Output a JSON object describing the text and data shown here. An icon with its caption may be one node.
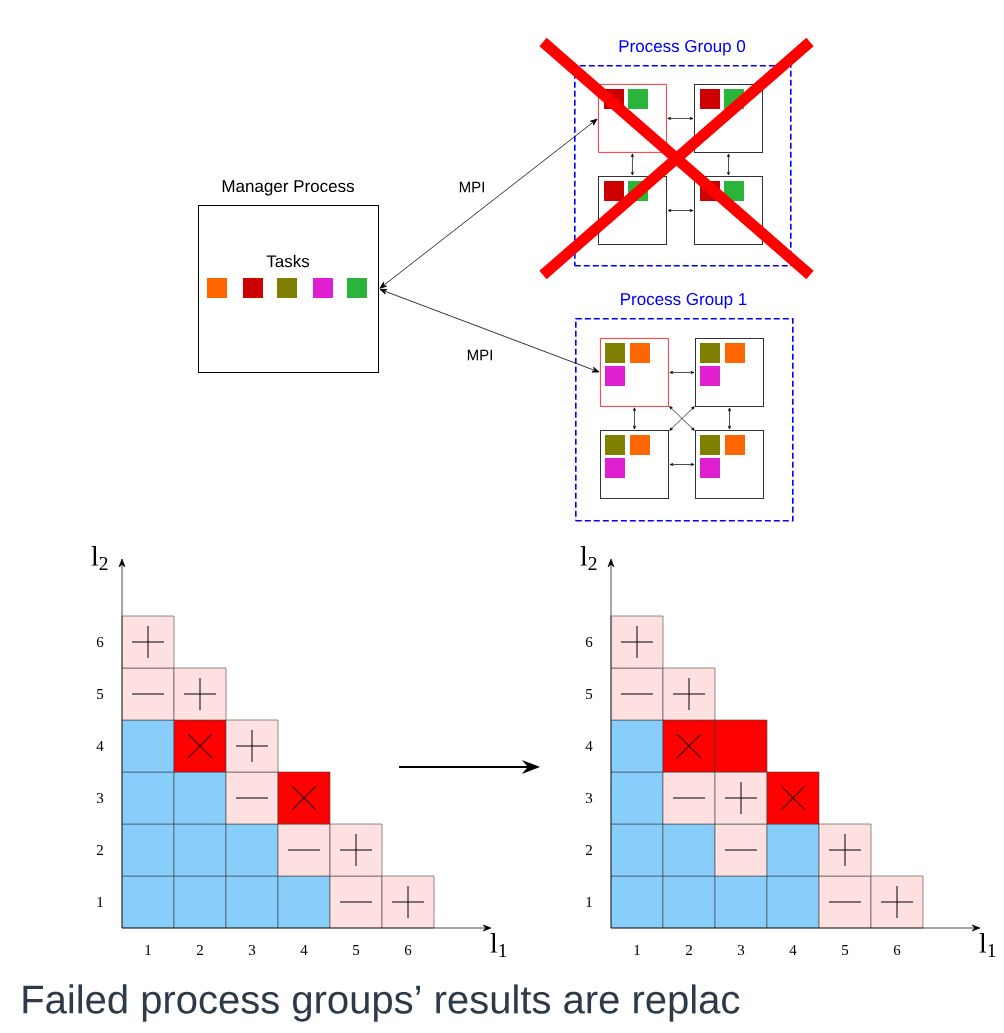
{
  "diagram": {
    "caption": "Failed process groups’ results are replac",
    "nodes": [
      {
        "text": [
          "Manager Process",
          "Tasks"
        ]
      },
      {
        "text": [
          "Process Group 0"
        ]
      },
      {
        "text": [],
        "shape": "box",
        "in": 1
      },
      {
        "text": [],
        "shape": "box",
        "in": 1
      },
      {
        "text": [],
        "shape": "box",
        "in": 1
      },
      {
        "text": [],
        "shape": "box",
        "in": 1
      },
      {
        "text": [
          "Process Group 1"
        ]
      },
      {
        "text": [],
        "shape": "box",
        "in": 6
      },
      {
        "text": [],
        "shape": "box",
        "in": 6
      },
      {
        "text": [],
        "shape": "box",
        "in": 6
      },
      {
        "text": [],
        "shape": "box",
        "in": 6
      }
    ],
    "edges": [
      {
        "from": 0,
        "to": 2,
        "arrow": "both",
        "label": "MPI"
      },
      {
        "from": 0,
        "to": 7,
        "arrow": "both",
        "label": "MPI"
      },
      {
        "from": 2,
        "to": 3,
        "arrow": "both"
      },
      {
        "from": 2,
        "to": 4,
        "arrow": "both"
      },
      {
        "from": 3,
        "to": 5,
        "arrow": "both"
      },
      {
        "from": 4,
        "to": 5,
        "arrow": "both"
      },
      {
        "from": 7,
        "to": 8,
        "arrow": "both"
      },
      {
        "from": 7,
        "to": 9,
        "arrow": "both"
      },
      {
        "from": 8,
        "to": 10,
        "arrow": "both"
      },
      {
        "from": 9,
        "to": 10,
        "arrow": "both"
      },
      {
        "from": 7,
        "to": 10,
        "arrow": "both"
      },
      {
        "from": 8,
        "to": 9,
        "arrow": "both"
      }
    ],
    "labels": [
      "l$_{2}$",
      "6",
      "5",
      "4",
      "3",
      "2",
      "1",
      "1",
      "2",
      "3",
      "4",
      "5",
      "6",
      "l$_{1}$",
      "l$_{2}$",
      "6",
      "5",
      "4",
      "3",
      "2",
      "1",
      "1",
      "2",
      "3",
      "4",
      "5",
      "6",
      "l$_{1}$"
    ]
  }
}
